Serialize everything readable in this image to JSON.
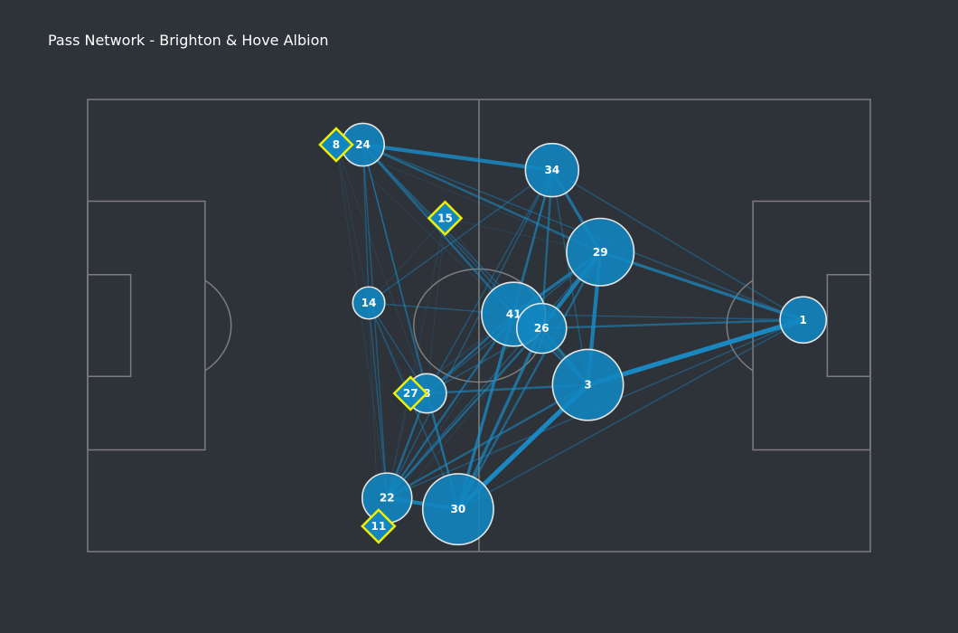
{
  "chart_data": {
    "type": "scatter",
    "title": "Pass Network - Brighton & Hove Albion",
    "pitch": {
      "x_range": [
        0,
        120
      ],
      "y_range": [
        0,
        80
      ]
    },
    "colors": {
      "background": "#2e3239",
      "pitch_lines": "#7d7d7d",
      "node_fill": "#1186c0",
      "node_stroke": "#e6e6e6",
      "edge": "#1a8cc8",
      "sub_fill": "#1186c0",
      "sub_stroke": "#f2f200"
    },
    "players": [
      {
        "label": "24",
        "x": 42.2,
        "y": 72.0,
        "size": 8
      },
      {
        "label": "34",
        "x": 71.2,
        "y": 67.5,
        "size": 11
      },
      {
        "label": "29",
        "x": 78.6,
        "y": 53.0,
        "size": 15
      },
      {
        "label": "14",
        "x": 43.1,
        "y": 44.0,
        "size": 5
      },
      {
        "label": "41",
        "x": 65.3,
        "y": 42.0,
        "size": 14
      },
      {
        "label": "26",
        "x": 69.6,
        "y": 39.5,
        "size": 10
      },
      {
        "label": "1",
        "x": 109.7,
        "y": 41.0,
        "size": 9
      },
      {
        "label": "8",
        "x": 52.0,
        "y": 28.0,
        "size": 7
      },
      {
        "label": "3",
        "x": 76.7,
        "y": 29.5,
        "size": 16
      },
      {
        "label": "22",
        "x": 45.9,
        "y": 9.5,
        "size": 10
      },
      {
        "label": "30",
        "x": 56.8,
        "y": 7.5,
        "size": 16
      }
    ],
    "substitutes": [
      {
        "label": "8",
        "x": 38.1,
        "y": 72.0
      },
      {
        "label": "15",
        "x": 54.8,
        "y": 59.0
      },
      {
        "label": "27",
        "x": 49.5,
        "y": 28.0
      },
      {
        "label": "11",
        "x": 44.6,
        "y": 4.5
      }
    ],
    "passes": [
      [
        "24",
        "34",
        4
      ],
      [
        "24",
        "29",
        2
      ],
      [
        "24",
        "41",
        2
      ],
      [
        "24",
        "26",
        1
      ],
      [
        "24",
        "3",
        1
      ],
      [
        "24",
        "14",
        1
      ],
      [
        "24",
        "8",
        1
      ],
      [
        "24",
        "22",
        1
      ],
      [
        "24",
        "30",
        1
      ],
      [
        "24",
        "1",
        1
      ],
      [
        "24",
        "15",
        2
      ],
      [
        "34",
        "29",
        3
      ],
      [
        "34",
        "41",
        2
      ],
      [
        "34",
        "26",
        2
      ],
      [
        "34",
        "1",
        1
      ],
      [
        "34",
        "3",
        1
      ],
      [
        "34",
        "8",
        1
      ],
      [
        "34",
        "30",
        1
      ],
      [
        "34",
        "14",
        1
      ],
      [
        "34",
        "22",
        1
      ],
      [
        "29",
        "41",
        3
      ],
      [
        "29",
        "26",
        4
      ],
      [
        "29",
        "1",
        3
      ],
      [
        "29",
        "3",
        4
      ],
      [
        "29",
        "30",
        2
      ],
      [
        "29",
        "22",
        1
      ],
      [
        "29",
        "8",
        1
      ],
      [
        "14",
        "41",
        1
      ],
      [
        "14",
        "8",
        1
      ],
      [
        "14",
        "22",
        1
      ],
      [
        "14",
        "30",
        1
      ],
      [
        "41",
        "26",
        3
      ],
      [
        "41",
        "3",
        2
      ],
      [
        "41",
        "30",
        3
      ],
      [
        "41",
        "22",
        2
      ],
      [
        "41",
        "8",
        2
      ],
      [
        "41",
        "1",
        1
      ],
      [
        "26",
        "1",
        2
      ],
      [
        "26",
        "3",
        3
      ],
      [
        "26",
        "30",
        3
      ],
      [
        "26",
        "22",
        2
      ],
      [
        "26",
        "8",
        1
      ],
      [
        "1",
        "3",
        5
      ],
      [
        "1",
        "30",
        1
      ],
      [
        "1",
        "22",
        1
      ],
      [
        "3",
        "30",
        5
      ],
      [
        "3",
        "22",
        2
      ],
      [
        "3",
        "8",
        2
      ],
      [
        "8",
        "30",
        2
      ],
      [
        "8",
        "22",
        2
      ],
      [
        "22",
        "30",
        4
      ]
    ]
  }
}
